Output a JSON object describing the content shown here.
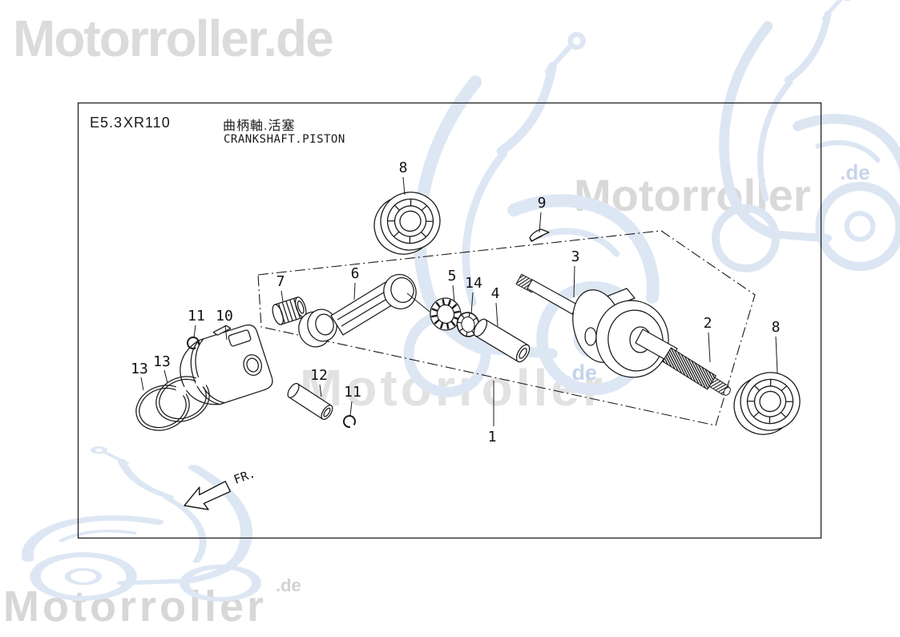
{
  "watermarks": {
    "top_left": {
      "text": "Motorroller.de"
    },
    "top_right": {
      "brand": "Motorroller",
      "suffix": ".de"
    },
    "center": {
      "brand": "Motorroller",
      "suffix": ".de"
    },
    "bottom_left": {
      "brand": "Motorroller",
      "suffix": ".de"
    }
  },
  "header": {
    "code": "E5.3",
    "model": "XR110",
    "title_zh": "曲柄軸.活塞",
    "title_en": "CRANKSHAFT.PISTON"
  },
  "direction": {
    "label": "FR."
  },
  "callouts": [
    {
      "num": "8"
    },
    {
      "num": "9"
    },
    {
      "num": "3"
    },
    {
      "num": "2"
    },
    {
      "num": "8"
    },
    {
      "num": "7"
    },
    {
      "num": "6"
    },
    {
      "num": "5"
    },
    {
      "num": "14"
    },
    {
      "num": "4"
    },
    {
      "num": "11"
    },
    {
      "num": "10"
    },
    {
      "num": "13"
    },
    {
      "num": "13"
    },
    {
      "num": "12"
    },
    {
      "num": "11"
    },
    {
      "num": "1"
    }
  ],
  "colors": {
    "line": "#1a1a1a",
    "watermark_gray": "#d9d9d9",
    "watermark_blue": "#dce6f3",
    "de_suffix_blue": "#c2d3eb"
  }
}
